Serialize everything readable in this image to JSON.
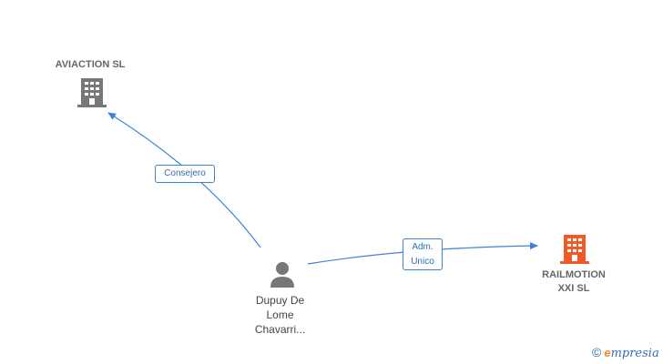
{
  "nodes": {
    "company_1": {
      "name": "AVIACTION  SL",
      "icon": "building-icon",
      "color": "#777777"
    },
    "company_2": {
      "name_line1": "RAILMOTION",
      "name_line2": "XXI  SL",
      "icon": "building-icon",
      "color": "#f05a28"
    },
    "person": {
      "line1": "Dupuy De",
      "line2": "Lome",
      "line3": "Chavarri...",
      "icon": "person-icon",
      "color": "#777777"
    }
  },
  "edges": {
    "consejero": {
      "label": "Consejero"
    },
    "adm_unico": {
      "label_line1": "Adm.",
      "label_line2": "Unico"
    }
  },
  "edge_color": "#3b82d4",
  "brand": {
    "copyright": "©",
    "e_letter": "e",
    "rest": "mpresia"
  }
}
